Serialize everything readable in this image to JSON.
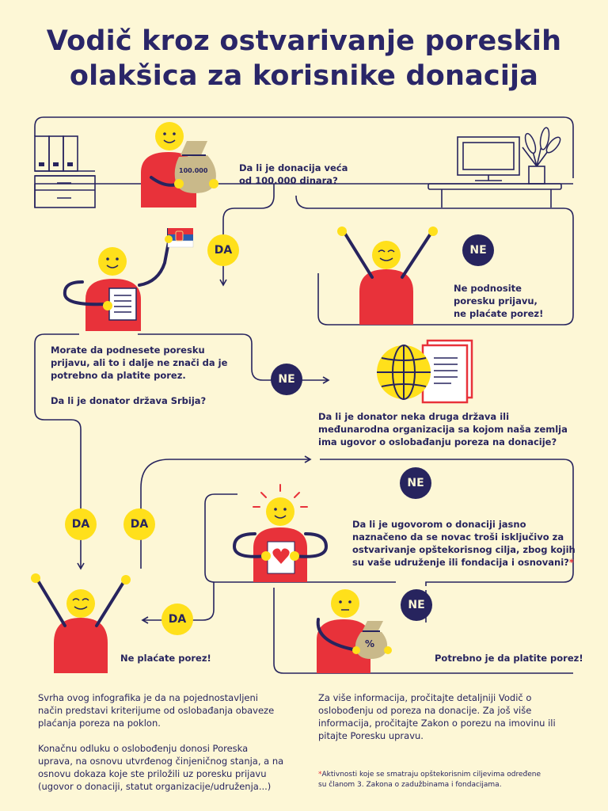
{
  "title_line1": "Vodič kroz ostvarivanje poreskih",
  "title_line2": "olakšica za korisnike donacija",
  "q1": {
    "line1": "Da li je donacija veća",
    "line2": "od 100.000 dinara?",
    "bag_amount": "100.000"
  },
  "badges": {
    "da": "DA",
    "ne": "NE"
  },
  "no_branch": {
    "line1": "Ne podnosite",
    "line2": "poresku prijavu,",
    "line3": "ne plaćate porez!"
  },
  "q2": {
    "line1": "Morate da podnesete poresku",
    "line2": "prijavu, ali to i dalje ne znači da je",
    "line3": "potrebno da platite porez.",
    "line4": "Da li je donator država Srbija?"
  },
  "q3": {
    "line1": "Da li je donator neka druga država ili",
    "line2": "međunarodna organizacija sa kojom naša zemlja",
    "line3": "ima ugovor o oslobađanju poreza na donacije?"
  },
  "q4": {
    "line1": "Da li je ugovorom o donaciji jasno",
    "line2": "naznačeno da se novac troši isključivo za",
    "line3": "ostvarivanje opštekorisnog cilja, zbog kojih",
    "line4": "su vaše udruženje ili fondacija i osnovani?",
    "marker": "*"
  },
  "result_no_tax": "Ne plaćate porez!",
  "result_pay_tax": "Potrebno je da platite porez!",
  "percent_symbol": "%",
  "footer_left": {
    "p1_line1": "Svrha ovog infografika je da na pojednostavljeni",
    "p1_line2": "način predstavi kriterijume od oslobađanja obaveze",
    "p1_line3": "plaćanja poreza na poklon.",
    "p2_line1": "Konačnu odluku o oslobođenju donosi Poreska",
    "p2_line2": "uprava, na osnovu utvrđenog činjeničnog stanja, a na",
    "p2_line3": "osnovu dokaza koje ste priložili uz poresku prijavu",
    "p2_line4": "(ugovor o donaciji, statut organizacije/udruženja...)"
  },
  "footer_right": {
    "p1_line1": "Za više informacija, pročitajte detaljniji Vodič o",
    "p1_line2": "oslobođenju od poreza na donacije. Za još više",
    "p1_line3": "informacija, pročitajte Zakon o porezu na imovinu ili",
    "p1_line4": "pitajte Poresku upravu.",
    "note_marker": "*",
    "note_line1": "Aktivnosti koje se smatraju opštekorisnim ciljevima određene",
    "note_line2": "su članom 3. Zakona o zadužbinama i fondacijama."
  },
  "colors": {
    "background": "#fdf7d6",
    "navy": "#27245e",
    "red": "#e8323a",
    "yellow": "#ffe01b",
    "tan": "#c9b98a"
  }
}
